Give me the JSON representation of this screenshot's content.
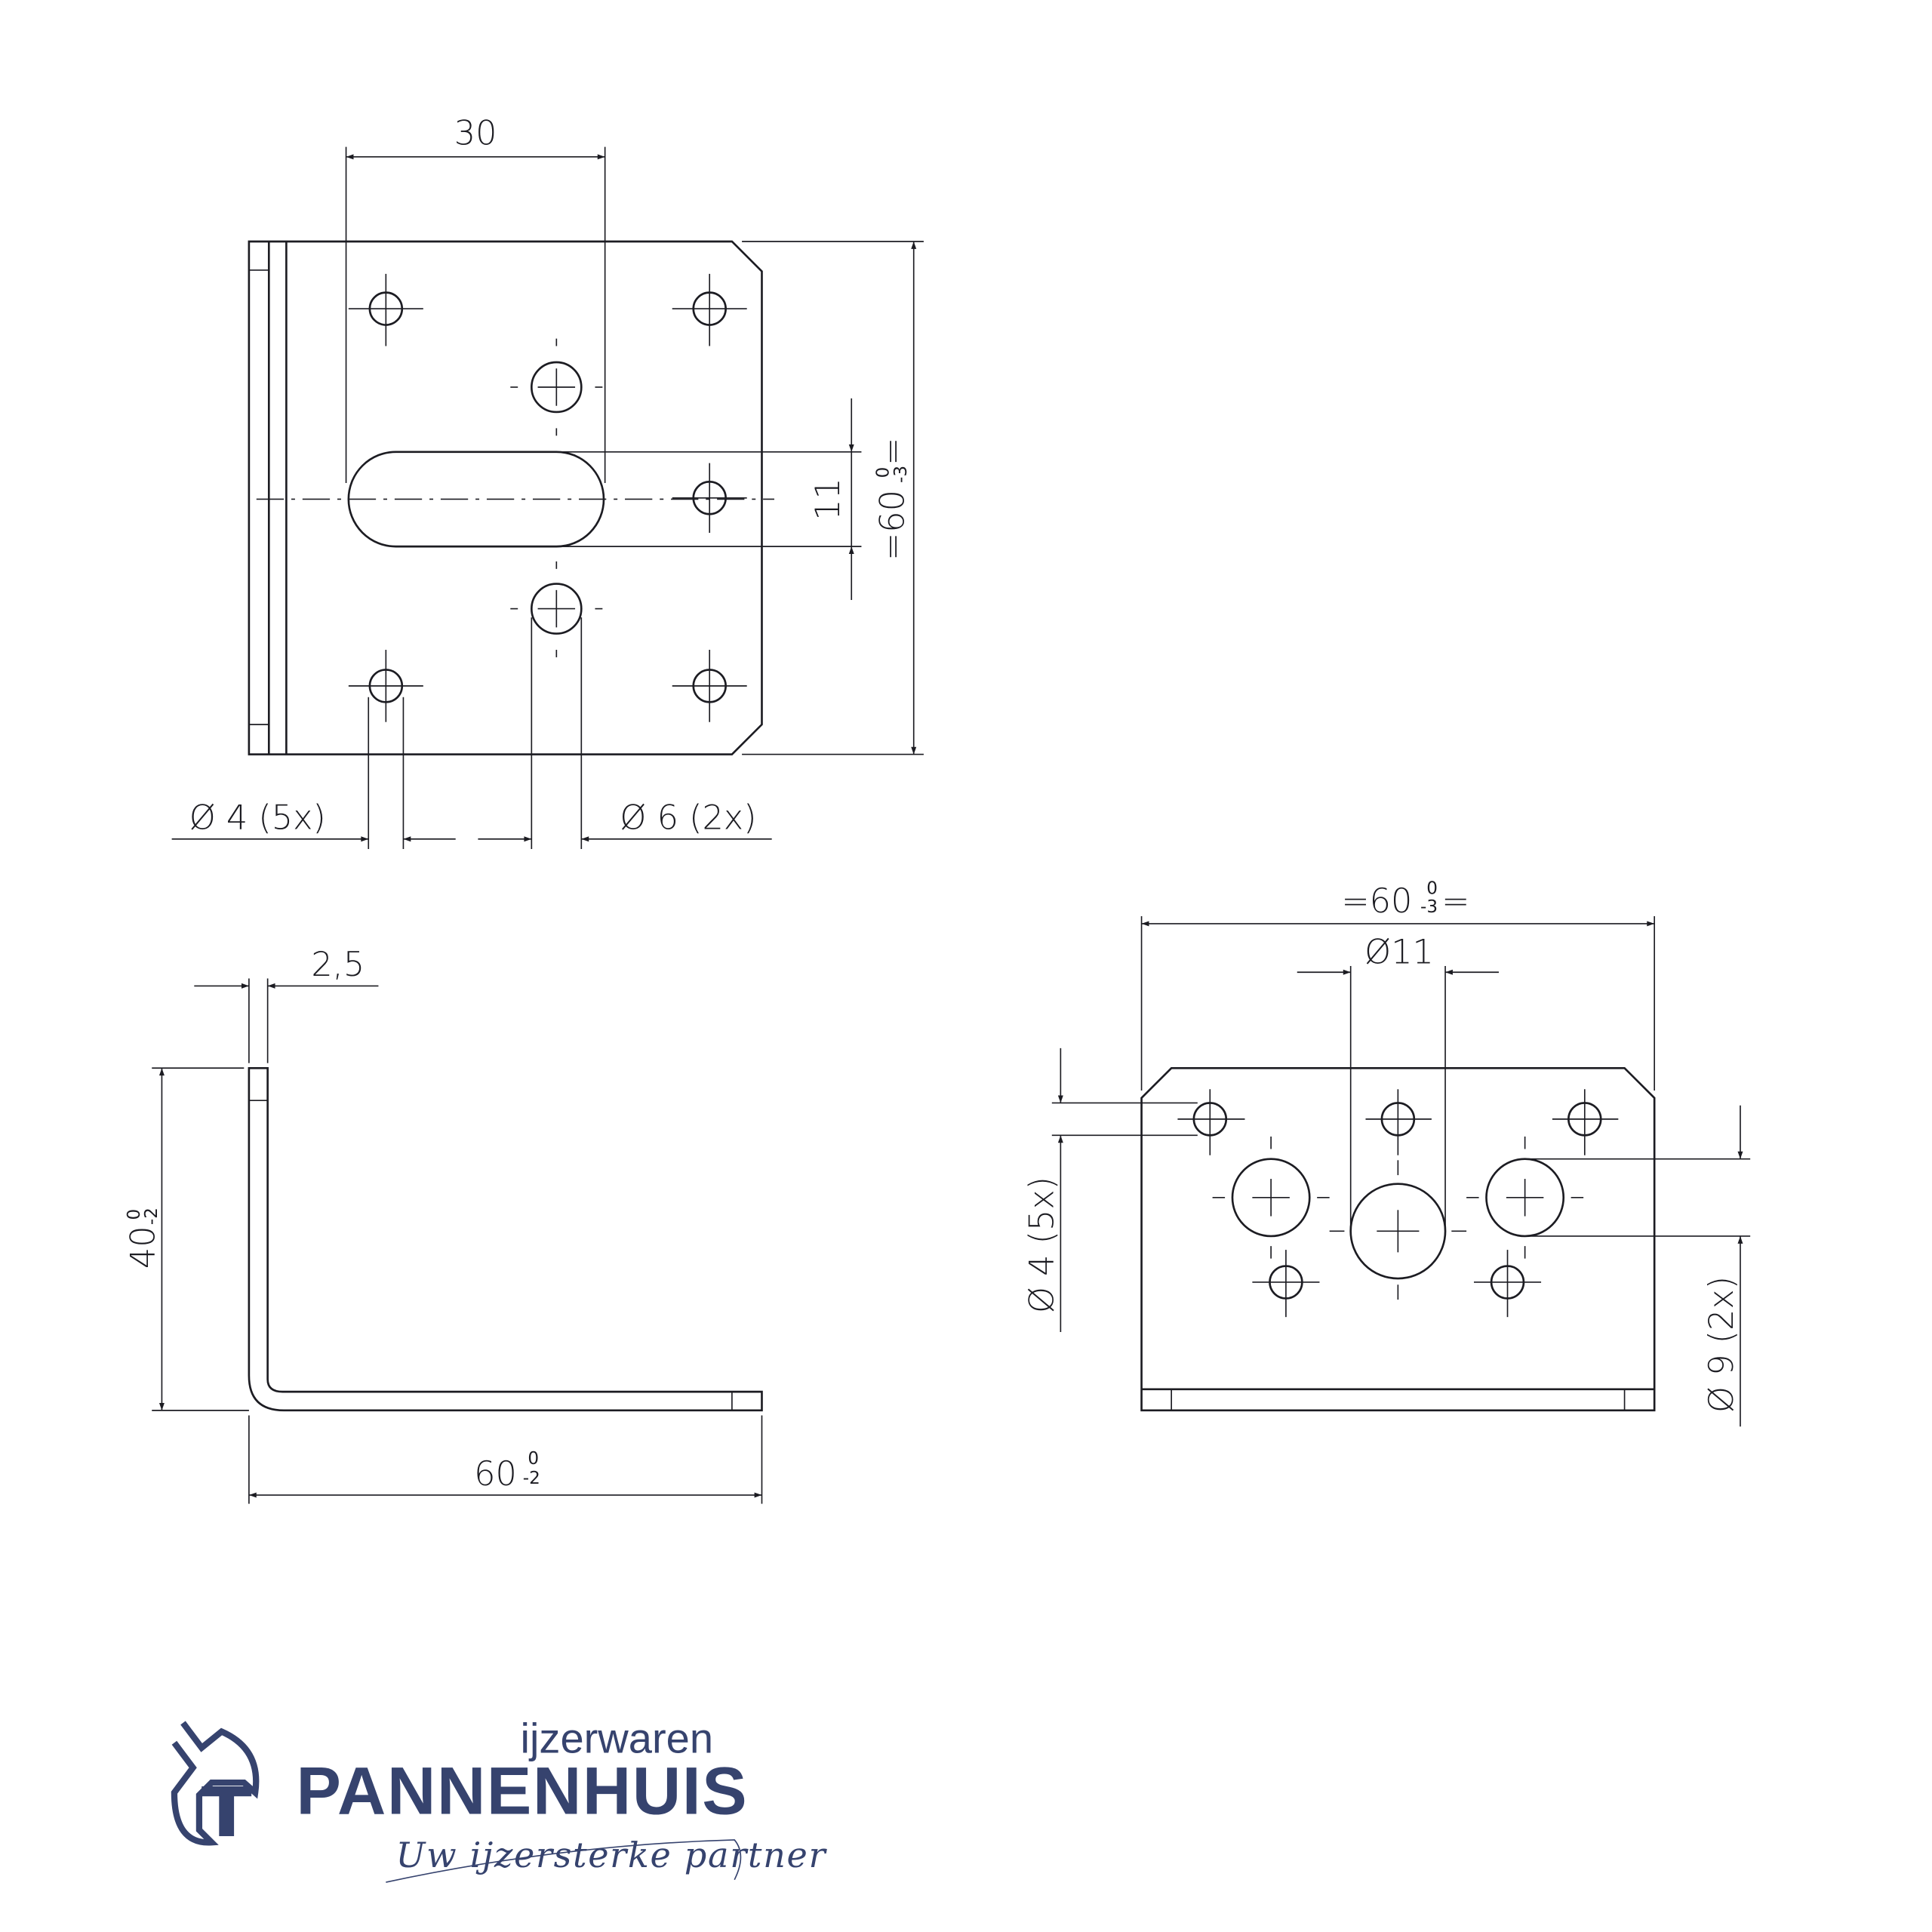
{
  "drawing": {
    "views": {
      "top_view": {
        "dim_width_top": "30",
        "dim_slot_height": "11",
        "dim_height": "=60",
        "dim_height_tol_upper": "0",
        "dim_height_tol_lower": "-3",
        "dim_height_suffix": "=",
        "hole_small_label": "Ø 4 (5x)",
        "hole_medium_label": "Ø 6 (2x)"
      },
      "side_view": {
        "dim_thickness": "2,5",
        "dim_height": "40",
        "dim_height_tol_upper": "0",
        "dim_height_tol_lower": "-2",
        "dim_length": "60",
        "dim_length_tol_upper": "0",
        "dim_length_tol_lower": "-2"
      },
      "front_view": {
        "dim_width": "=60",
        "dim_width_tol_upper": "0",
        "dim_width_tol_lower": "-3",
        "dim_width_suffix": "=",
        "dim_center_hole": "Ø11",
        "hole_small_label": "Ø 4 (5x)",
        "hole_large_label": "Ø 9 (2x)"
      }
    },
    "line_color": "#1c1c22"
  },
  "logo": {
    "top_line": "ijzerwaren",
    "brand_name": "PANNENHUIS",
    "tagline": "Uw ijzersterke partner",
    "brand_color": "#36436e"
  }
}
